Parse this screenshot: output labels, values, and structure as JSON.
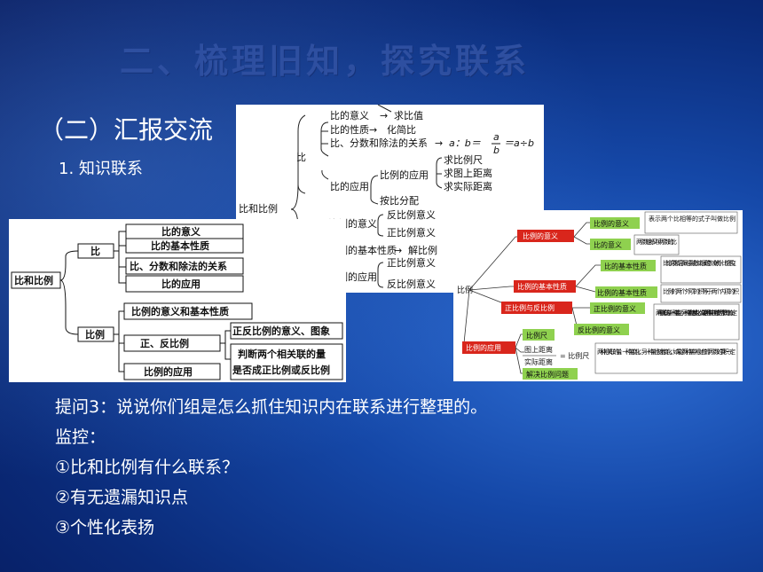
{
  "slide": {
    "title": "二、梳理旧知，探究联系",
    "subtitle": "（二）汇报交流",
    "section": "1. 知识联系",
    "question": "提问3：说说你们组是怎么抓住知识内在联系进行整理的。",
    "monitor": "监控：",
    "items": [
      "①比和比例有什么联系？",
      "②有无遗漏知识点",
      "③个性化表扬"
    ]
  },
  "mapA": {
    "root": "比和比例",
    "bi": "比",
    "bili": "比例",
    "bi_items": [
      "比的意义",
      "比的基本性质",
      "比、分数和除法的关系",
      "比的应用"
    ],
    "bili_items": [
      "比例的意义和基本性质",
      "正、反比例",
      "比例的应用"
    ],
    "zf_items": [
      "正反比例的意义、图象",
      "判断两个相关联的量",
      "是否成正比例或反比例"
    ]
  },
  "mapB": {
    "root": "比和比例",
    "bi": "比",
    "bi_items": [
      "比的意义",
      "比的性质",
      "比、分数和除法的关系",
      "比的应用"
    ],
    "bi_results": [
      "求比值",
      "化简比"
    ],
    "formula": [
      "a：b＝",
      "a",
      "b",
      "＝a÷b"
    ],
    "app_items": [
      "比例的应用",
      "按比分配"
    ],
    "app_results": [
      "求比例尺",
      "求图上距离",
      "求实际距离"
    ],
    "bili_items": [
      "比例的意义",
      "比例的基本性质",
      "比例的应用"
    ],
    "bili_results": [
      "反比例意义",
      "正比例意义",
      "解比例",
      "正比例意义",
      "反比例意义"
    ]
  },
  "mapC": {
    "root": "比例",
    "red": [
      "比例的意义",
      "比例的基本性质",
      "正比例与反比例",
      "比例的应用"
    ],
    "green": [
      "比例的意义",
      "比的意义",
      "比的基本性质",
      "比例的基本性质",
      "正比例的意义",
      "反比例的意义",
      "比例尺",
      "解决比例问题"
    ],
    "notes": [
      "表示两个比相等的式子叫做比例",
      "两个数相除又叫两个数的比",
      "比的前项和后项同时乘或除以相同的数（0除外），比值不变。",
      "比例的两个外项的积等于两个内项的积",
      "两种相关联的量，一种量变化，另一种量也随着变化，如果这两种量中相对应的两个数的比值一定",
      "两种相关联的量，一种量变化，另一种量也随着变化，如果这两种量中相对应的两个数的乘积一定"
    ],
    "formula": [
      "图上距离",
      "实际距离",
      "= 比例尺"
    ]
  }
}
